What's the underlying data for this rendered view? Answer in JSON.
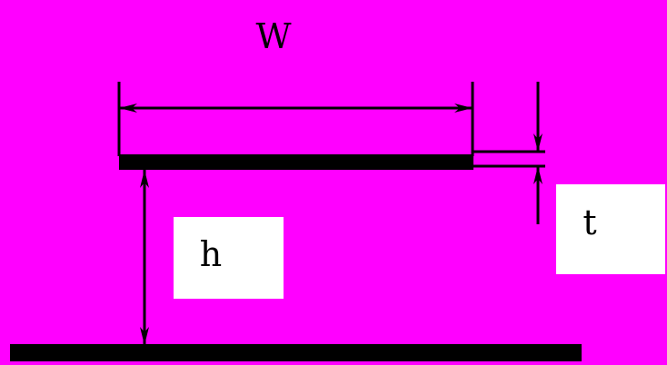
{
  "labels": {
    "width": "W",
    "height": "h",
    "thickness": "t"
  },
  "colors": {
    "background": "#ff00ff",
    "stroke": "#000000",
    "label_box": "#ffffff"
  }
}
